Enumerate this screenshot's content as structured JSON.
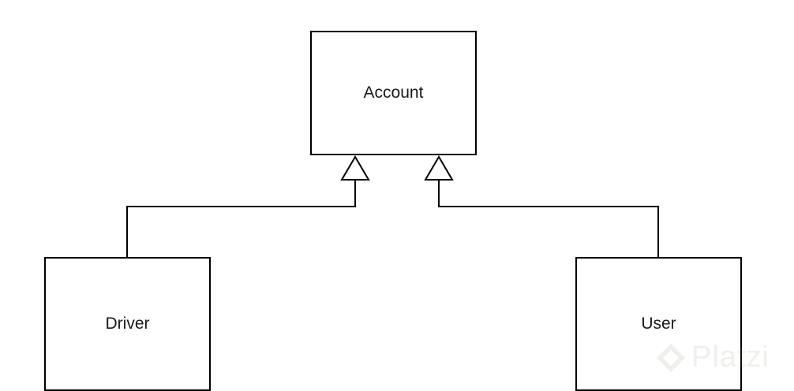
{
  "diagram": {
    "type": "uml-class-inheritance",
    "stroke_color": "#000000",
    "background_color": "#ffffff",
    "classes": {
      "account": {
        "label": "Account"
      },
      "driver": {
        "label": "Driver"
      },
      "user": {
        "label": "User"
      }
    },
    "relations": [
      {
        "kind": "generalization",
        "from": "Driver",
        "to": "Account"
      },
      {
        "kind": "generalization",
        "from": "User",
        "to": "Account"
      }
    ]
  },
  "watermark": {
    "text": "Platzi",
    "icon": "platzi-logo-icon",
    "color": "#98c379"
  }
}
